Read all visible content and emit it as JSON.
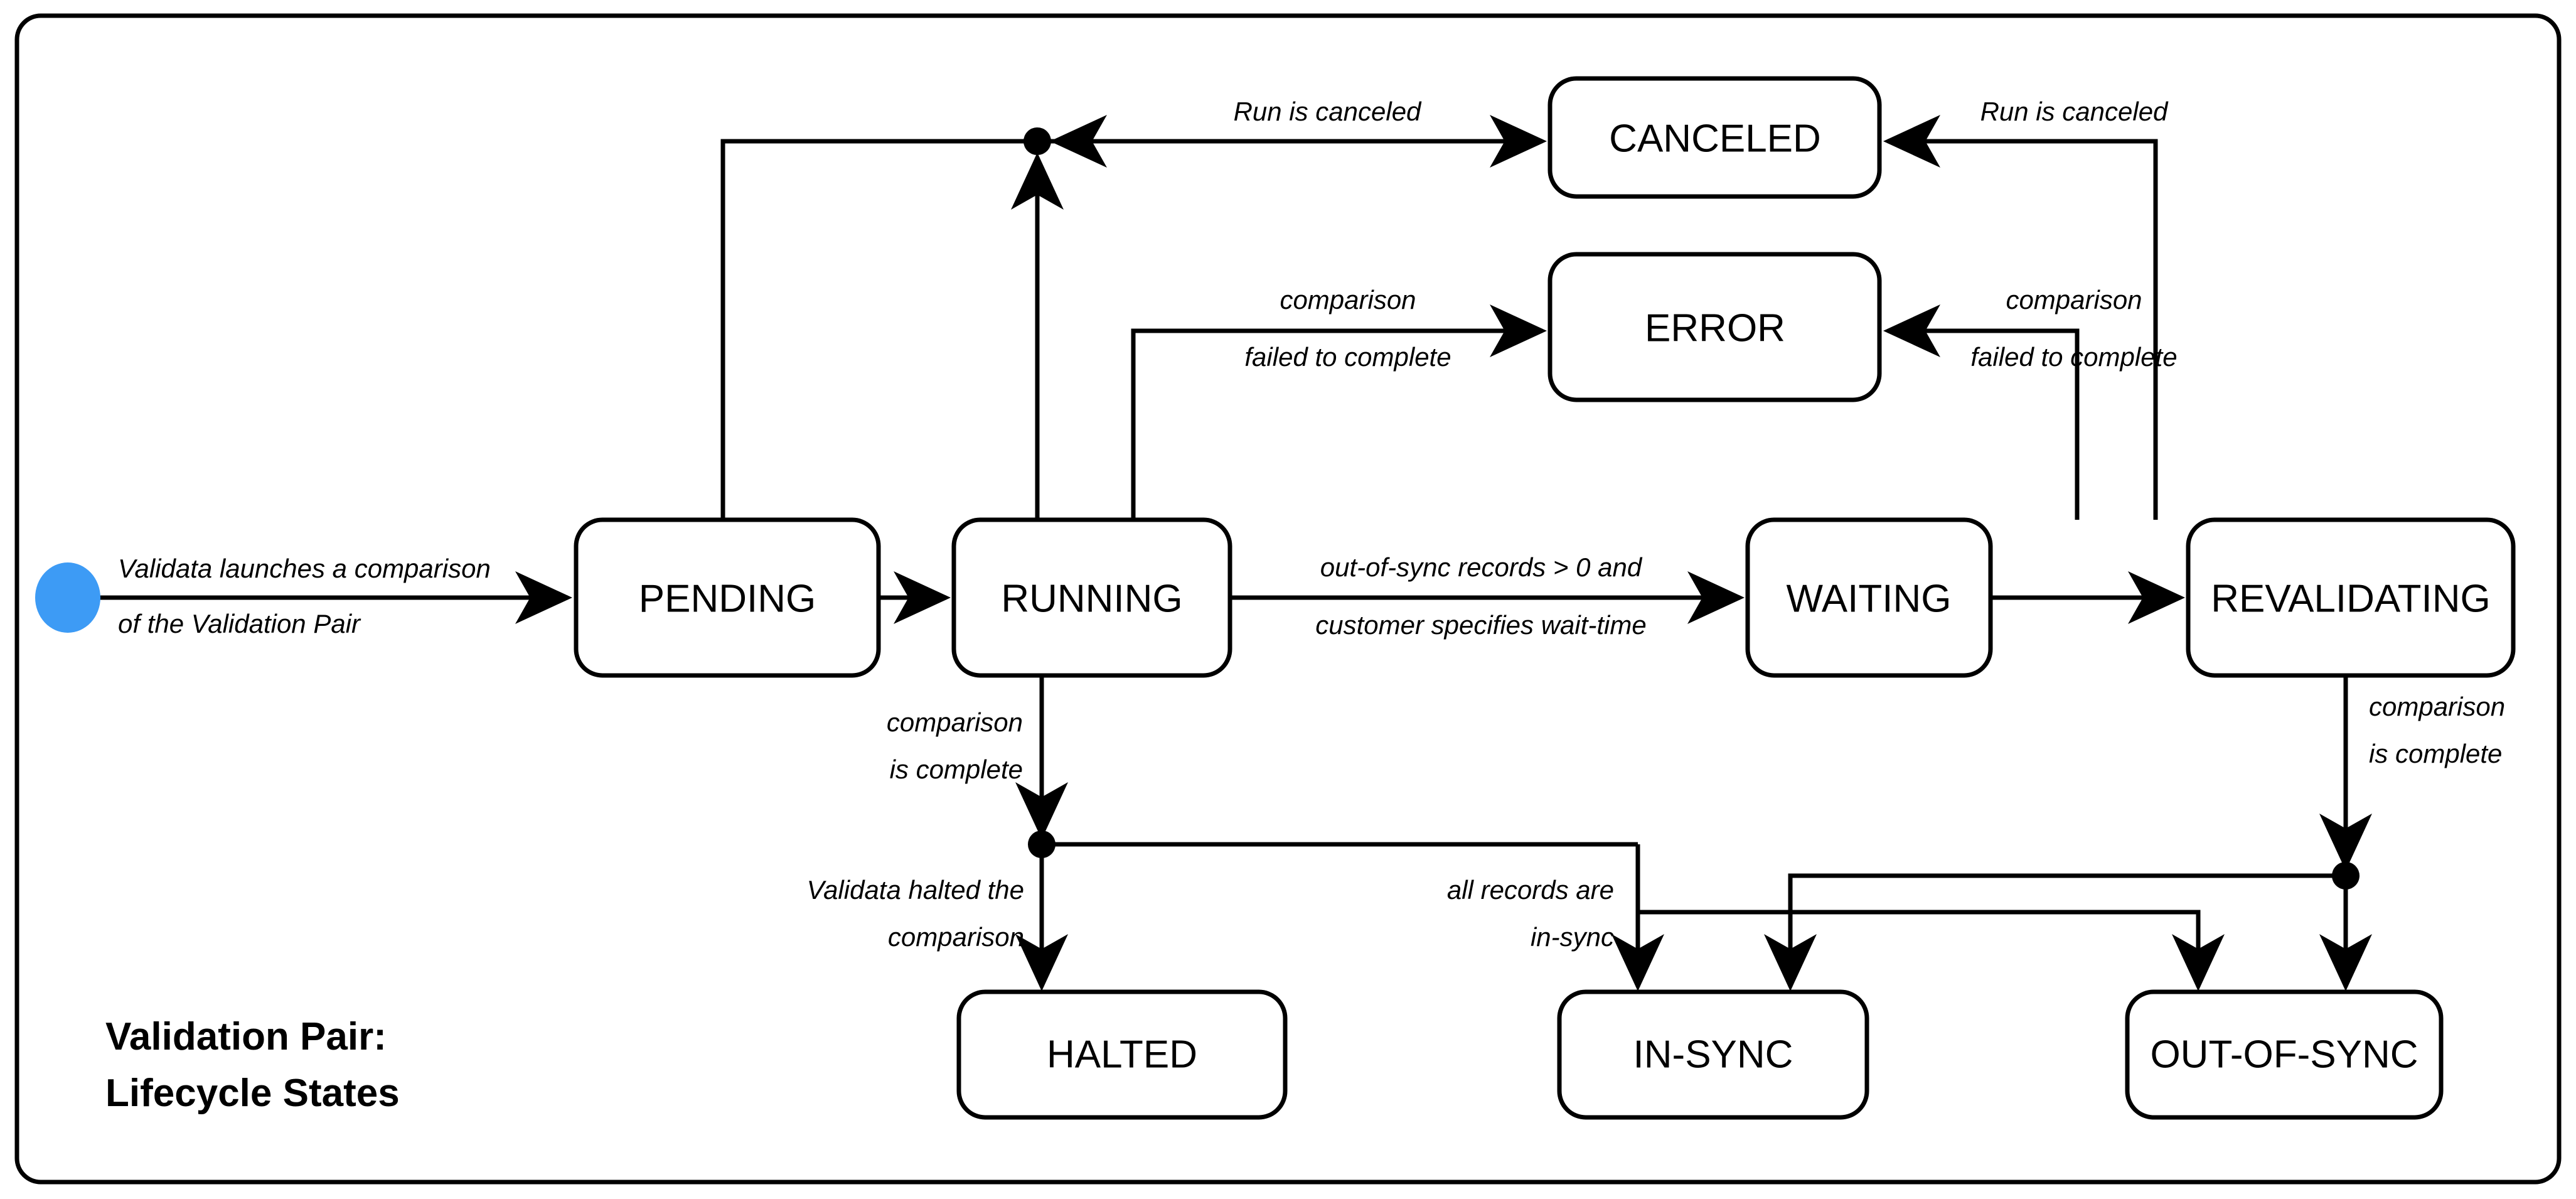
{
  "diagram": {
    "title_line1": "Validation Pair:",
    "title_line2": "Lifecycle States",
    "frame_color": "#000000",
    "start_node_color": "#3d9bf5",
    "background": "#ffffff"
  },
  "states": [
    {
      "id": "pending",
      "label": "PENDING"
    },
    {
      "id": "running",
      "label": "RUNNING"
    },
    {
      "id": "waiting",
      "label": "WAITING"
    },
    {
      "id": "revalidating",
      "label": "REVALIDATING"
    },
    {
      "id": "canceled",
      "label": "CANCELED"
    },
    {
      "id": "error",
      "label": "ERROR"
    },
    {
      "id": "halted",
      "label": "HALTED"
    },
    {
      "id": "insync",
      "label": "IN-SYNC"
    },
    {
      "id": "outofsync",
      "label": "OUT-OF-SYNC"
    }
  ],
  "transitions": [
    {
      "id": "start-to-pending",
      "from": "start",
      "to": "pending",
      "label_line1": "Validata launches a comparison",
      "label_line2": "of the Validation Pair"
    },
    {
      "id": "pending-to-running",
      "from": "pending",
      "to": "running",
      "label_line1": "",
      "label_line2": ""
    },
    {
      "id": "running-to-canceled",
      "from": "running",
      "to": "canceled",
      "label_line1": "Run is canceled",
      "label_line2": ""
    },
    {
      "id": "running-to-error",
      "from": "running",
      "to": "error",
      "label_line1": "comparison",
      "label_line2": "failed to complete"
    },
    {
      "id": "running-to-waiting",
      "from": "running",
      "to": "waiting",
      "label_line1": "out-of-sync records > 0 and",
      "label_line2": "customer specifies wait-time"
    },
    {
      "id": "running-complete",
      "from": "running",
      "to": "junction-run",
      "label_line1": "comparison",
      "label_line2": "is complete"
    },
    {
      "id": "running-to-halted",
      "from": "junction-run",
      "to": "halted",
      "label_line1": "Validata halted the",
      "label_line2": "comparison"
    },
    {
      "id": "running-to-insync",
      "from": "junction-run",
      "to": "insync",
      "label_line1": "all records are",
      "label_line2": "in-sync"
    },
    {
      "id": "running-to-outofsync",
      "from": "junction-run",
      "to": "outofsync",
      "label_line1": "",
      "label_line2": ""
    },
    {
      "id": "waiting-to-revalidating",
      "from": "waiting",
      "to": "revalidating",
      "label_line1": "",
      "label_line2": ""
    },
    {
      "id": "reval-to-canceled",
      "from": "revalidating",
      "to": "canceled",
      "label_line1": "Run is canceled",
      "label_line2": ""
    },
    {
      "id": "reval-to-error",
      "from": "revalidating",
      "to": "error",
      "label_line1": "comparison",
      "label_line2": "failed to complete"
    },
    {
      "id": "reval-complete",
      "from": "revalidating",
      "to": "junction-rev",
      "label_line1": "comparison",
      "label_line2": "is complete"
    },
    {
      "id": "reval-to-insync",
      "from": "junction-rev",
      "to": "insync",
      "label_line1": "",
      "label_line2": ""
    },
    {
      "id": "reval-to-outofsync",
      "from": "junction-rev",
      "to": "outofsync",
      "label_line1": "",
      "label_line2": ""
    }
  ],
  "labels": {
    "start_l1": "Validata launches a comparison",
    "start_l2": "of the Validation Pair",
    "run_cancel": "Run is canceled",
    "reval_cancel": "Run is canceled",
    "run_err_l1": "comparison",
    "run_err_l2": "failed to complete",
    "reval_err_l1": "comparison",
    "reval_err_l2": "failed to complete",
    "wait_l1": "out-of-sync records > 0 and",
    "wait_l2": "customer specifies wait-time",
    "run_done_l1": "comparison",
    "run_done_l2": "is complete",
    "reval_done_l1": "comparison",
    "reval_done_l2": "is complete",
    "halted_l1": "Validata halted the",
    "halted_l2": "comparison",
    "insync_l1": "all records are",
    "insync_l2": "in-sync"
  }
}
